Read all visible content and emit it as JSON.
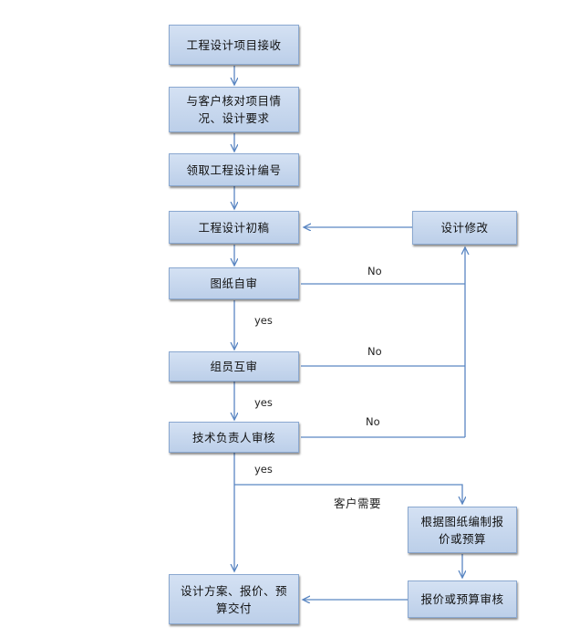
{
  "nodes": {
    "receive": "工程设计项目接收",
    "verify": "与客户核对项目情况、设计要求",
    "get_number": "领取工程设计编号",
    "draft": "工程设计初稿",
    "self_review": "图纸自审",
    "peer_review": "组员互审",
    "tech_review": "技术负责人审核",
    "final_delivery": "设计方案、报价、预算交付",
    "revise": "设计修改",
    "quote_prepare": "根据图纸编制报价或预算",
    "quote_review": "报价或预算审核"
  },
  "labels": {
    "no1": "No",
    "no2": "No",
    "no3": "No",
    "yes1": "yes",
    "yes2": "yes",
    "yes3": "yes",
    "customer_needs": "客户需要"
  },
  "colors": {
    "box_fill": "#c6d7ee",
    "box_border": "#8aa8d0",
    "connector": "#5a86c2"
  }
}
